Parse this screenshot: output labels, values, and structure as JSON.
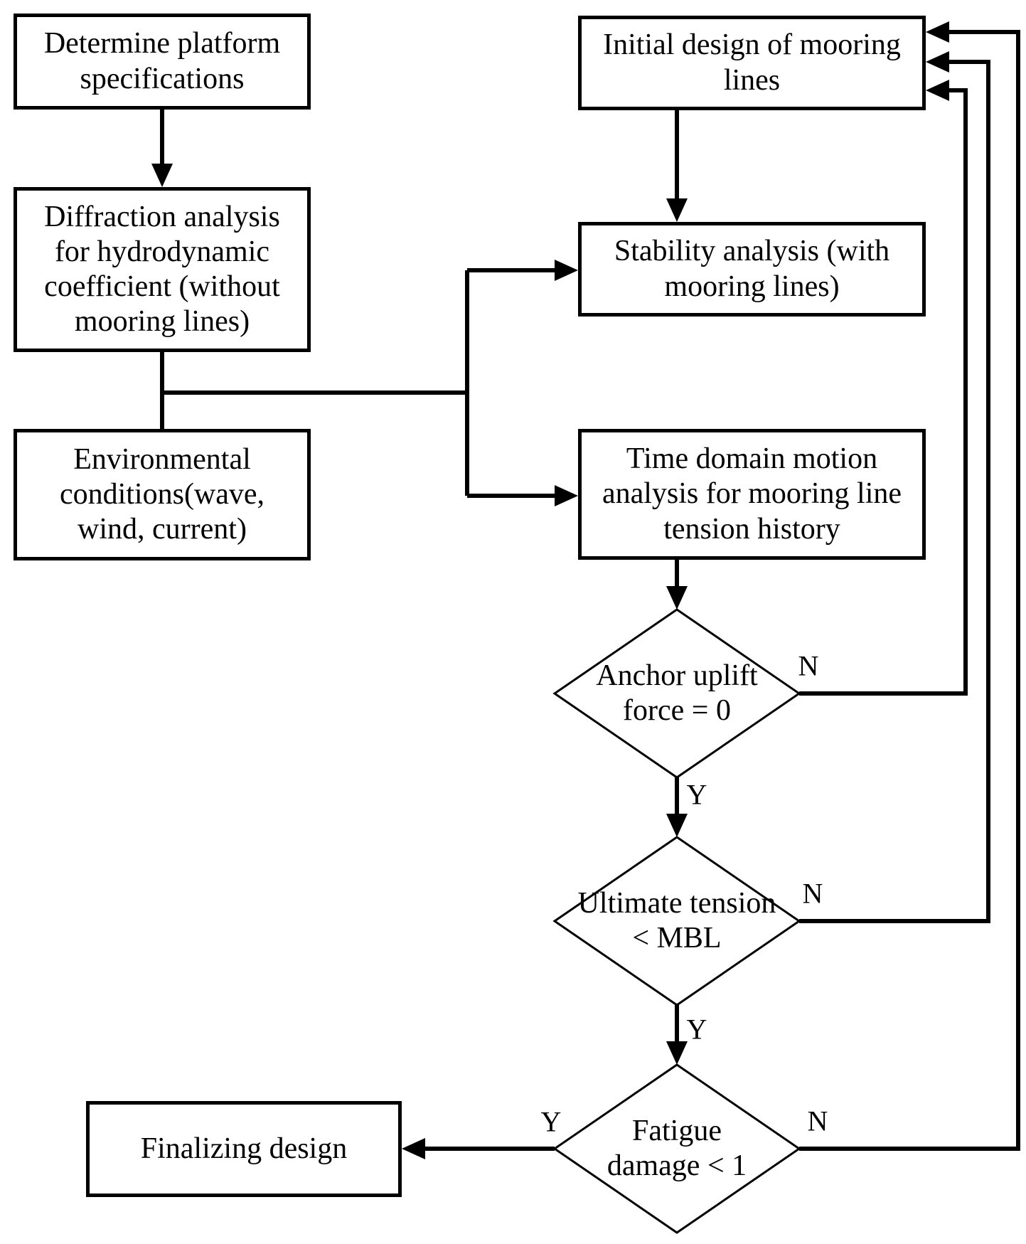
{
  "page": {
    "background_color": "#ffffff",
    "line_color": "#000000"
  },
  "nodes": {
    "determine": {
      "label": "Determine platform\nspecifications"
    },
    "diffraction": {
      "label": "Diffraction analysis\nfor hydrodynamic\ncoefficient (without\nmooring lines)"
    },
    "environmental": {
      "label": "Environmental\nconditions(wave,\nwind, current)"
    },
    "initial_design": {
      "label": "Initial design of mooring\nlines"
    },
    "stability": {
      "label": "Stability analysis (with\nmooring lines)"
    },
    "time_domain": {
      "label": "Time domain motion\nanalysis for mooring line\ntension history"
    },
    "finalizing": {
      "label": "Finalizing design"
    }
  },
  "decisions": {
    "anchor_uplift": {
      "label": "Anchor uplift\nforce = 0"
    },
    "ultimate_tension": {
      "label": "Ultimate tension\n< MBL"
    },
    "fatigue_damage": {
      "label": "Fatigue\ndamage < 1"
    }
  },
  "edge_labels": {
    "anchor_yes": "Y",
    "anchor_no": "N",
    "tension_yes": "Y",
    "tension_no": "N",
    "fatigue_yes": "Y",
    "fatigue_no": "N"
  }
}
